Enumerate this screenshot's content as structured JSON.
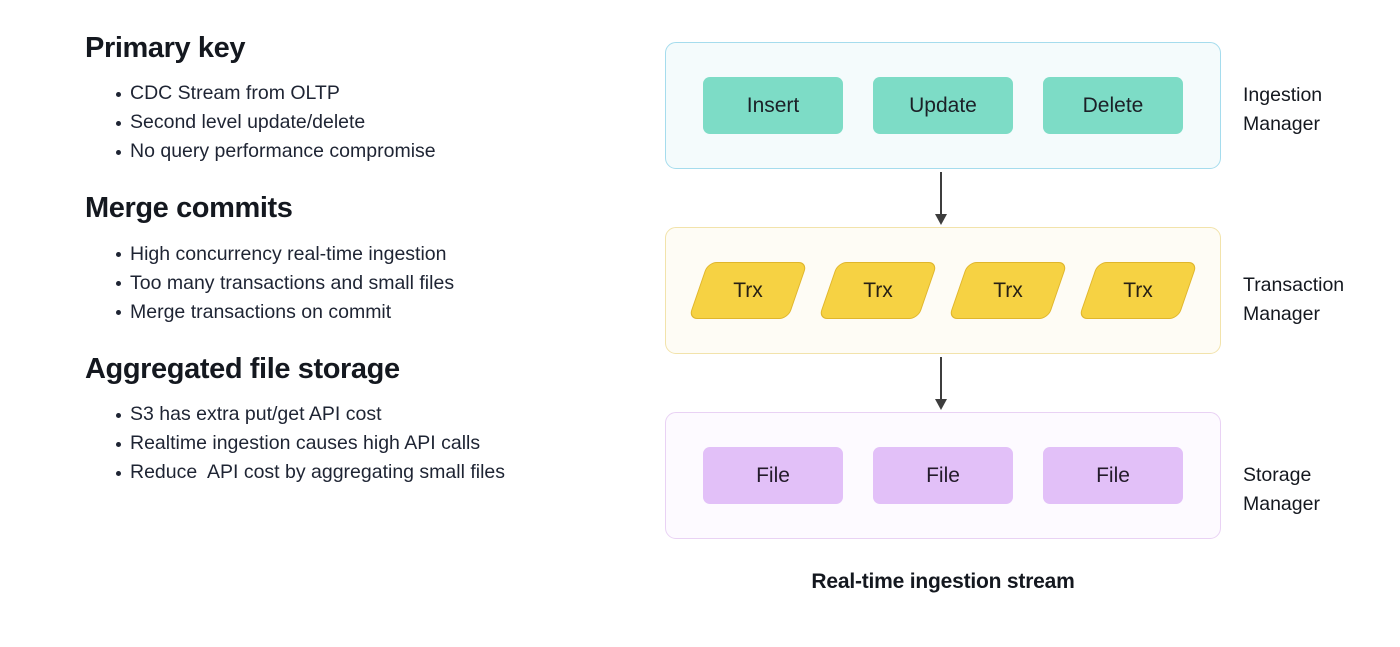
{
  "sections": [
    {
      "title": "Primary key",
      "bullets": [
        "CDC Stream from OLTP",
        "Second level update/delete",
        "No query performance compromise"
      ]
    },
    {
      "title": "Merge commits",
      "bullets": [
        "High concurrency real-time ingestion",
        "Too many transactions and small files",
        "Merge transactions on commit"
      ]
    },
    {
      "title": "Aggregated file storage",
      "bullets": [
        "S3 has extra put/get API cost",
        "Realtime ingestion causes high API calls",
        "Reduce  API cost by aggregating small files"
      ]
    }
  ],
  "diagram": {
    "caption": "Real-time ingestion stream",
    "layers": [
      {
        "side_label": "Ingestion\nManager",
        "panel_fill": "#f4fbfc",
        "panel_border": "#a5dced",
        "node_fill": "#7ddcc6",
        "nodes": [
          "Insert",
          "Update",
          "Delete"
        ]
      },
      {
        "side_label": "Transaction\nManager",
        "panel_fill": "#fefcf5",
        "panel_border": "#f2e3ab",
        "node_fill": "#f6d243",
        "nodes": [
          "Trx",
          "Trx",
          "Trx",
          "Trx"
        ]
      },
      {
        "side_label": "Storage\nManager",
        "panel_fill": "#fdfaff",
        "panel_border": "#e9d2f4",
        "node_fill": "#e2c0f8",
        "nodes": [
          "File",
          "File",
          "File"
        ]
      }
    ],
    "arrows": [
      {
        "from": "Ingestion Manager",
        "to": "Transaction Manager",
        "direction": "down",
        "color": "#3d3d3d"
      },
      {
        "from": "Transaction Manager",
        "to": "Storage Manager",
        "direction": "down",
        "color": "#3d3d3d"
      }
    ]
  }
}
